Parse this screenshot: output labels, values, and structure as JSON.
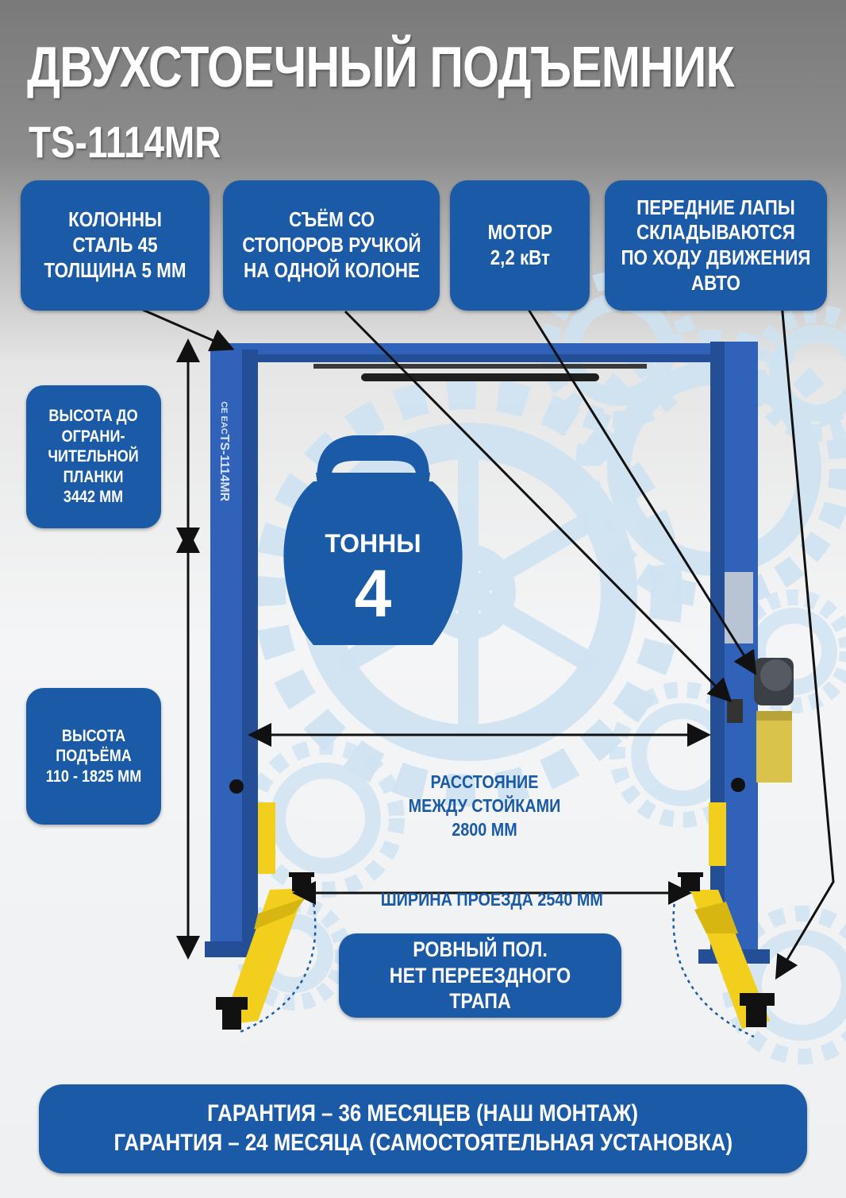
{
  "header": {
    "title": "ДВУХСТОЕЧНЫЙ ПОДЪЕМНИК",
    "model": "TS-1114MR"
  },
  "features": {
    "columns": "КОЛОННЫ\nСТАЛЬ 45\nТОЛЩИНА 5 ММ",
    "release": "СЪЁМ СО\nСТОПОРОВ РУЧКОЙ\nНА ОДНОЙ КОЛОНЕ",
    "motor": "МОТОР\n2,2 кВт",
    "arms": "ПЕРЕДНИЕ ЛАПЫ\nСКЛАДЫВАЮТСЯ\nПО ХОДУ ДВИЖЕНИЯ\nАВТО"
  },
  "dimensions": {
    "height_to_bar": "ВЫСОТА ДО\nОГРАНИ-\nЧИТЕЛЬНОЙ\nПЛАНКИ\n3442 ММ",
    "lift_height": "ВЫСОТА\nПОДЪЁМА\n110 - 1825 ММ",
    "column_distance": "РАССТОЯНИЕ\nМЕЖДУ СТОЙКАМИ\n2800 ММ",
    "drive_width": "ШИРИНА ПРОЕЗДА 2540 ММ"
  },
  "floor_note": "РОВНЫЙ ПОЛ.\nНЕТ ПЕРЕЕЗДНОГО ТРАПА",
  "capacity": {
    "unit": "ТОННЫ",
    "value": "4"
  },
  "column_marking": {
    "model": "TS-1114MR",
    "cert": "CE EAC"
  },
  "warranty": {
    "line1": "ГАРАНТИЯ – 36 МЕСЯЦЕВ (НАШ МОНТАЖ)",
    "line2": "ГАРАНТИЯ – 24 МЕСЯЦА (САМОСТОЯТЕЛЬНАЯ УСТАНОВКА)"
  },
  "colors": {
    "brand_blue": "#1a5aa6",
    "column_blue": "#2f62b8",
    "arm_yellow": "#f2cf1c",
    "gear_light_blue": "#cfe3f2"
  }
}
